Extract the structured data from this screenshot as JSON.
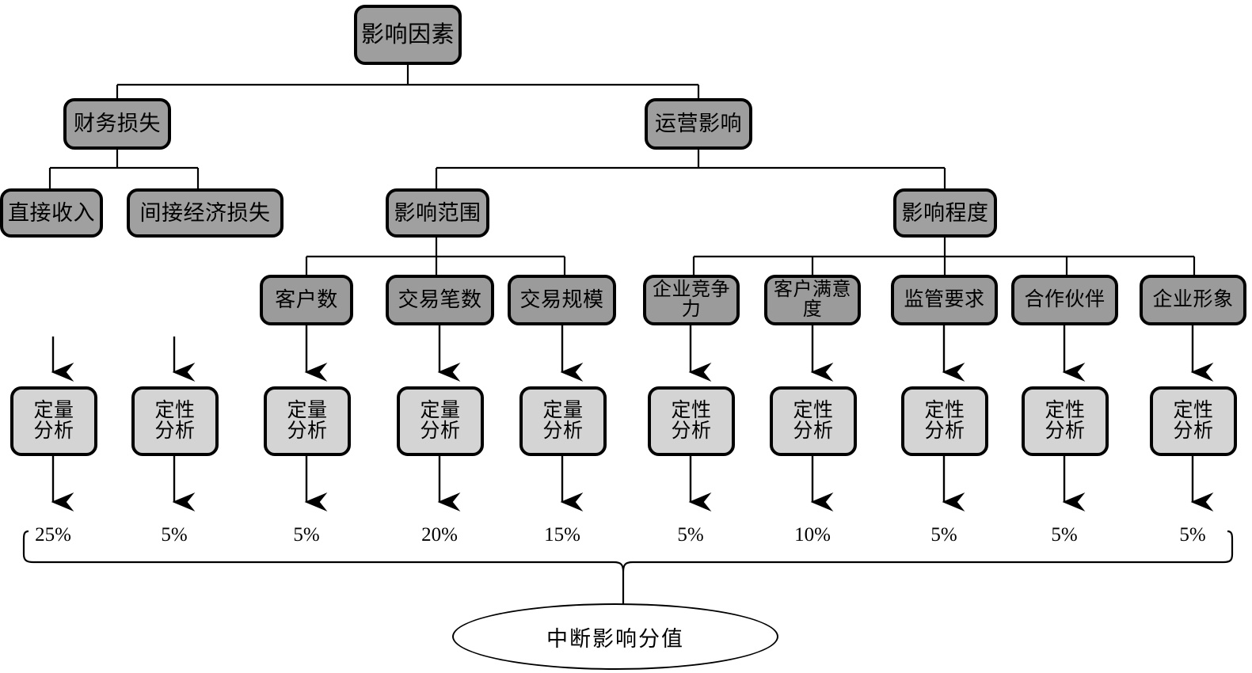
{
  "diagram": {
    "title_node": "影响因素",
    "root": {
      "label": "影响因素"
    },
    "level2": [
      {
        "label": "财务损失"
      },
      {
        "label": "运营影响"
      }
    ],
    "level3": [
      {
        "label": "直接收入"
      },
      {
        "label": "间接经济损失"
      },
      {
        "label": "影响范围"
      },
      {
        "label": "影响程度"
      }
    ],
    "level4": [
      {
        "label": "客户数"
      },
      {
        "label": "交易笔数"
      },
      {
        "label": "交易规模"
      },
      {
        "label": "企业竞争\n力"
      },
      {
        "label": "客户满意\n度"
      },
      {
        "label": "监管要求"
      },
      {
        "label": "合作伙伴"
      },
      {
        "label": "企业形象"
      }
    ],
    "analysis": [
      {
        "label": "定量\n分析"
      },
      {
        "label": "定性\n分析"
      },
      {
        "label": "定量\n分析"
      },
      {
        "label": "定量\n分析"
      },
      {
        "label": "定量\n分析"
      },
      {
        "label": "定性\n分析"
      },
      {
        "label": "定性\n分析"
      },
      {
        "label": "定性\n分析"
      },
      {
        "label": "定性\n分析"
      },
      {
        "label": "定性\n分析"
      }
    ],
    "weights": [
      "25%",
      "5%",
      "5%",
      "20%",
      "15%",
      "5%",
      "10%",
      "5%",
      "5%",
      "5%"
    ],
    "result": {
      "label": "中断影响分值"
    },
    "colors": {
      "node_fill_dark": "#9e9e9e",
      "node_fill_leaf": "#9b9b9b",
      "node_fill_light": "#d4d4d4",
      "stroke": "#000000",
      "background": "#ffffff"
    }
  }
}
